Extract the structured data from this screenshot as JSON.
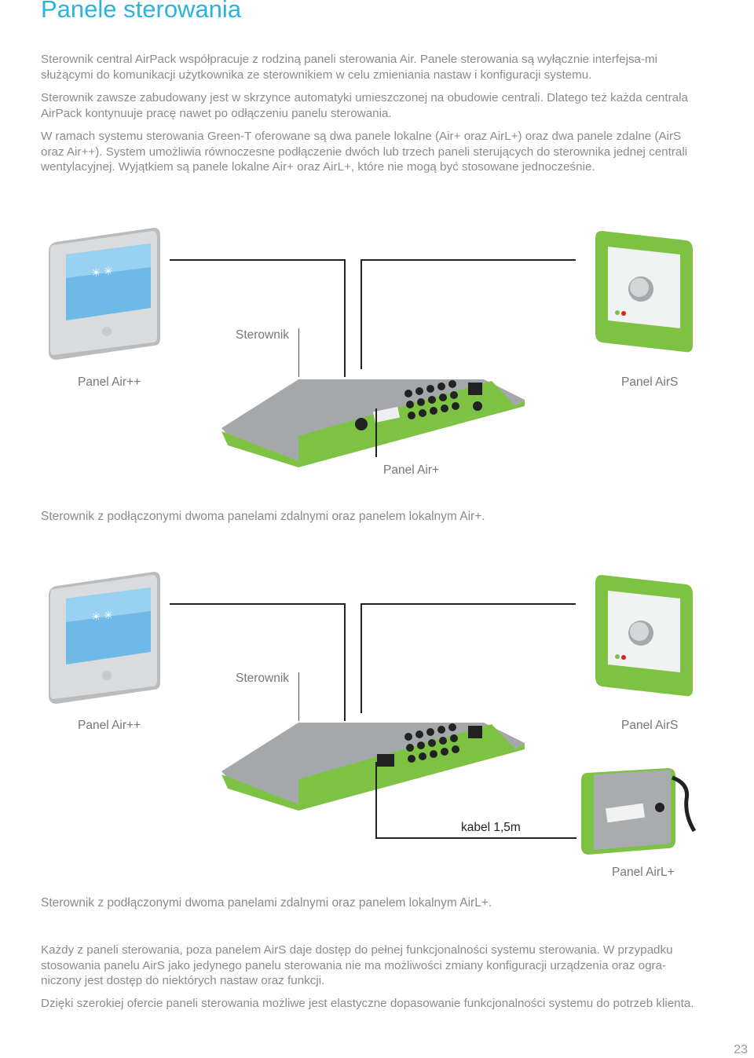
{
  "page": {
    "title": "Panele sterowania",
    "paragraphs": [
      "Sterownik central AirPack współpracuje z rodziną paneli sterowania Air. Panele sterowania są wyłącznie interfejsa-mi służącymi do komunikacji użytkownika ze sterownikiem w celu zmieniania nastaw i konfiguracji systemu.",
      "Sterownik zawsze zabudowany jest w skrzynce automatyki umieszczonej na obudowie centrali. Dlatego też każda centrala AirPack kontynuuje pracę nawet po odłączeniu panelu sterowania.",
      "W ramach systemu sterowania Green-T oferowane są dwa panele lokalne (Air+ oraz AirL+) oraz dwa panele zdalne (AirS oraz Air++). System umożliwia równoczesne podłączenie dwóch lub trzech paneli sterujących do sterownika jednej centrali wentylacyjnej. Wyjątkiem są panele lokalne Air+ oraz AirL+, które nie mogą być stosowane jednocześnie."
    ],
    "diagram1": {
      "label_controller": "Sterownik",
      "label_left": "Panel Air++",
      "label_right": "Panel AirS",
      "label_bottom": "Panel Air+",
      "caption": "Sterownik z podłączonymi dwoma panelami zdalnymi oraz panelem lokalnym Air+."
    },
    "diagram2": {
      "label_controller": "Sterownik",
      "label_left": "Panel Air++",
      "label_right": "Panel AirS",
      "label_cable": "kabel 1,5m",
      "label_local": "Panel AirL+",
      "caption": "Sterownik z podłączonymi dwoma panelami zdalnymi oraz panelem lokalnym AirL+."
    },
    "footer_paragraphs": [
      "Każdy z paneli sterowania, poza panelem AirS daje dostęp do pełnej funkcjonalności systemu sterowania. W przypadku stosowania panelu AirS jako jedynego panelu sterowania nie ma możliwości zmiany konfiguracji urządzenia oraz ogra-niczony jest dostęp do niektórych nastaw oraz funkcji.",
      "Dzięki szerokiej ofercie paneli sterowania możliwe jest elastyczne dopasowanie  funkcjonalności systemu do potrzeb klienta."
    ],
    "page_number": "23",
    "colors": {
      "accent": "#2ab3dc",
      "device_green": "#7dc242",
      "device_grey": "#9a9da0"
    }
  }
}
